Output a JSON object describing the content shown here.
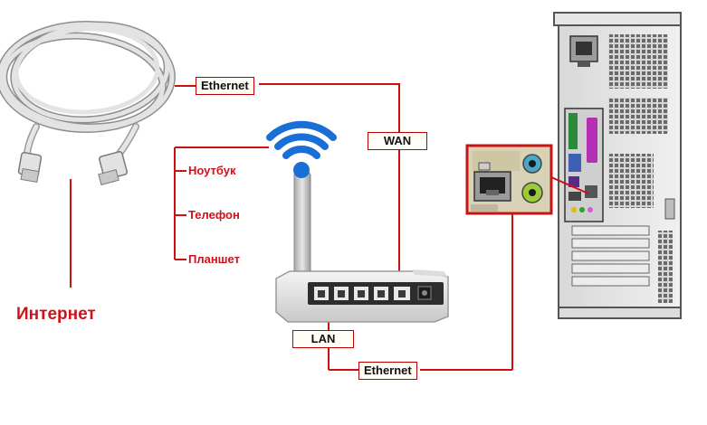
{
  "labels": {
    "ethernet_top": "Ethernet",
    "wan": "WAN",
    "lan": "LAN",
    "ethernet_bottom": "Ethernet"
  },
  "wireless_devices": [
    "Ноутбук",
    "Телефон",
    "Планшет"
  ],
  "internet_label": "Интернет",
  "colors": {
    "connector_line": "#cc1010",
    "text_red": "#d0101a",
    "wifi_blue": "#1a6fd6"
  },
  "icons": [
    "cable-coil-icon",
    "wifi-router-icon",
    "wifi-signal-icon",
    "pc-tower-icon",
    "ethernet-port-icon"
  ]
}
